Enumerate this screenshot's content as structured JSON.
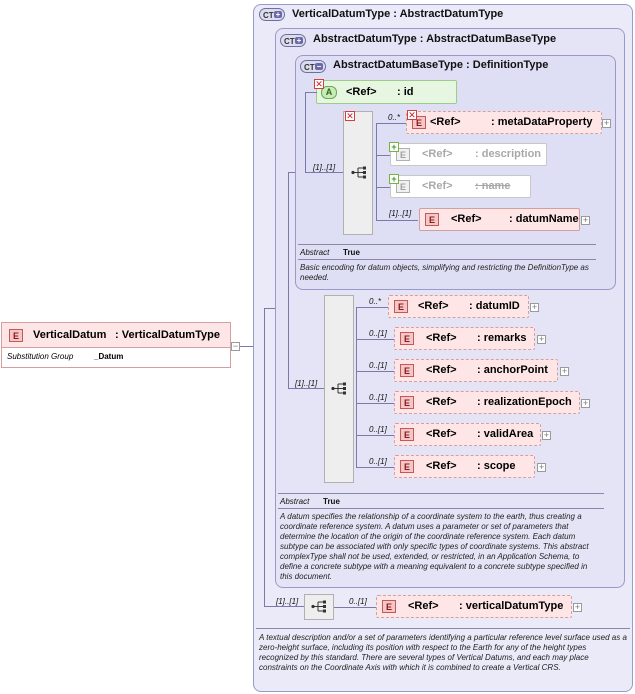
{
  "root": {
    "badge": "E",
    "name": "VerticalDatum",
    "type": ": VerticalDatumType",
    "sg_label": "Substitution Group",
    "sg_value": "_Datum",
    "collapse": "−"
  },
  "ct_vertical": {
    "badge": "CT",
    "title": "VerticalDatumType : AbstractDatumType",
    "description": "A textual description and/or a set of parameters identifying a particular reference level surface used as a zero-height surface, including its position with respect to the Earth for any of the height types recognized by this standard. There are several types of Vertical Datums, and each may place constraints on the Coordinate Axis with which it is combined to create a Vertical CRS.",
    "seq_card": "[1]..[1]",
    "child": {
      "card": "0..[1]",
      "ref": "<Ref>",
      "name": ": verticalDatumType"
    }
  },
  "ct_abstract_datum": {
    "badge": "CT",
    "title": "AbstractDatumType : AbstractDatumBaseType",
    "abstract_label": "Abstract",
    "abstract_value": "True",
    "description": "A datum specifies the relationship of a coordinate system to the earth, thus creating a coordinate reference system. A datum uses a parameter or set of parameters that determine the location of the origin of the coordinate reference system. Each datum subtype can be associated with only specific types of coordinate systems. This abstract complexType shall not be used, extended, or restricted, in an Application Schema, to define a concrete subtype with a meaning equivalent to a concrete subtype specified in this document.",
    "seq_card": "[1]..[1]",
    "children": [
      {
        "card": "0..*",
        "ref": "<Ref>",
        "name": ": datumID"
      },
      {
        "card": "0..[1]",
        "ref": "<Ref>",
        "name": ": remarks"
      },
      {
        "card": "0..[1]",
        "ref": "<Ref>",
        "name": ": anchorPoint"
      },
      {
        "card": "0..[1]",
        "ref": "<Ref>",
        "name": ": realizationEpoch"
      },
      {
        "card": "0..[1]",
        "ref": "<Ref>",
        "name": ": validArea"
      },
      {
        "card": "0..[1]",
        "ref": "<Ref>",
        "name": ": scope"
      }
    ]
  },
  "ct_base": {
    "badge": "CT",
    "title": "AbstractDatumBaseType : DefinitionType",
    "abstract_label": "Abstract",
    "abstract_value": "True",
    "description": "Basic encoding for datum objects, simplifying and restricting the DefinitionType as needed.",
    "attr": {
      "badge": "A",
      "ref": "<Ref>",
      "name": ": id"
    },
    "seq_card": "[1]..[1]",
    "children": [
      {
        "card": "0..*",
        "ref": "<Ref>",
        "name": ": metaDataProperty"
      },
      {
        "card": "",
        "ref": "<Ref>",
        "name": ": description"
      },
      {
        "card": "",
        "ref": "<Ref>",
        "name": ": name"
      },
      {
        "card": "[1]..[1]",
        "ref": "<Ref>",
        "name": ": datumName"
      }
    ]
  },
  "icons": {
    "expand": "plus-icon",
    "prohibited": "x-icon",
    "added": "plus-green-icon",
    "sequence": "sequence-icon"
  },
  "colors": {
    "element_fill": "#ffe6e6",
    "panel_fill": "#eaeaf8",
    "attribute_fill": "#e6f6e0"
  }
}
